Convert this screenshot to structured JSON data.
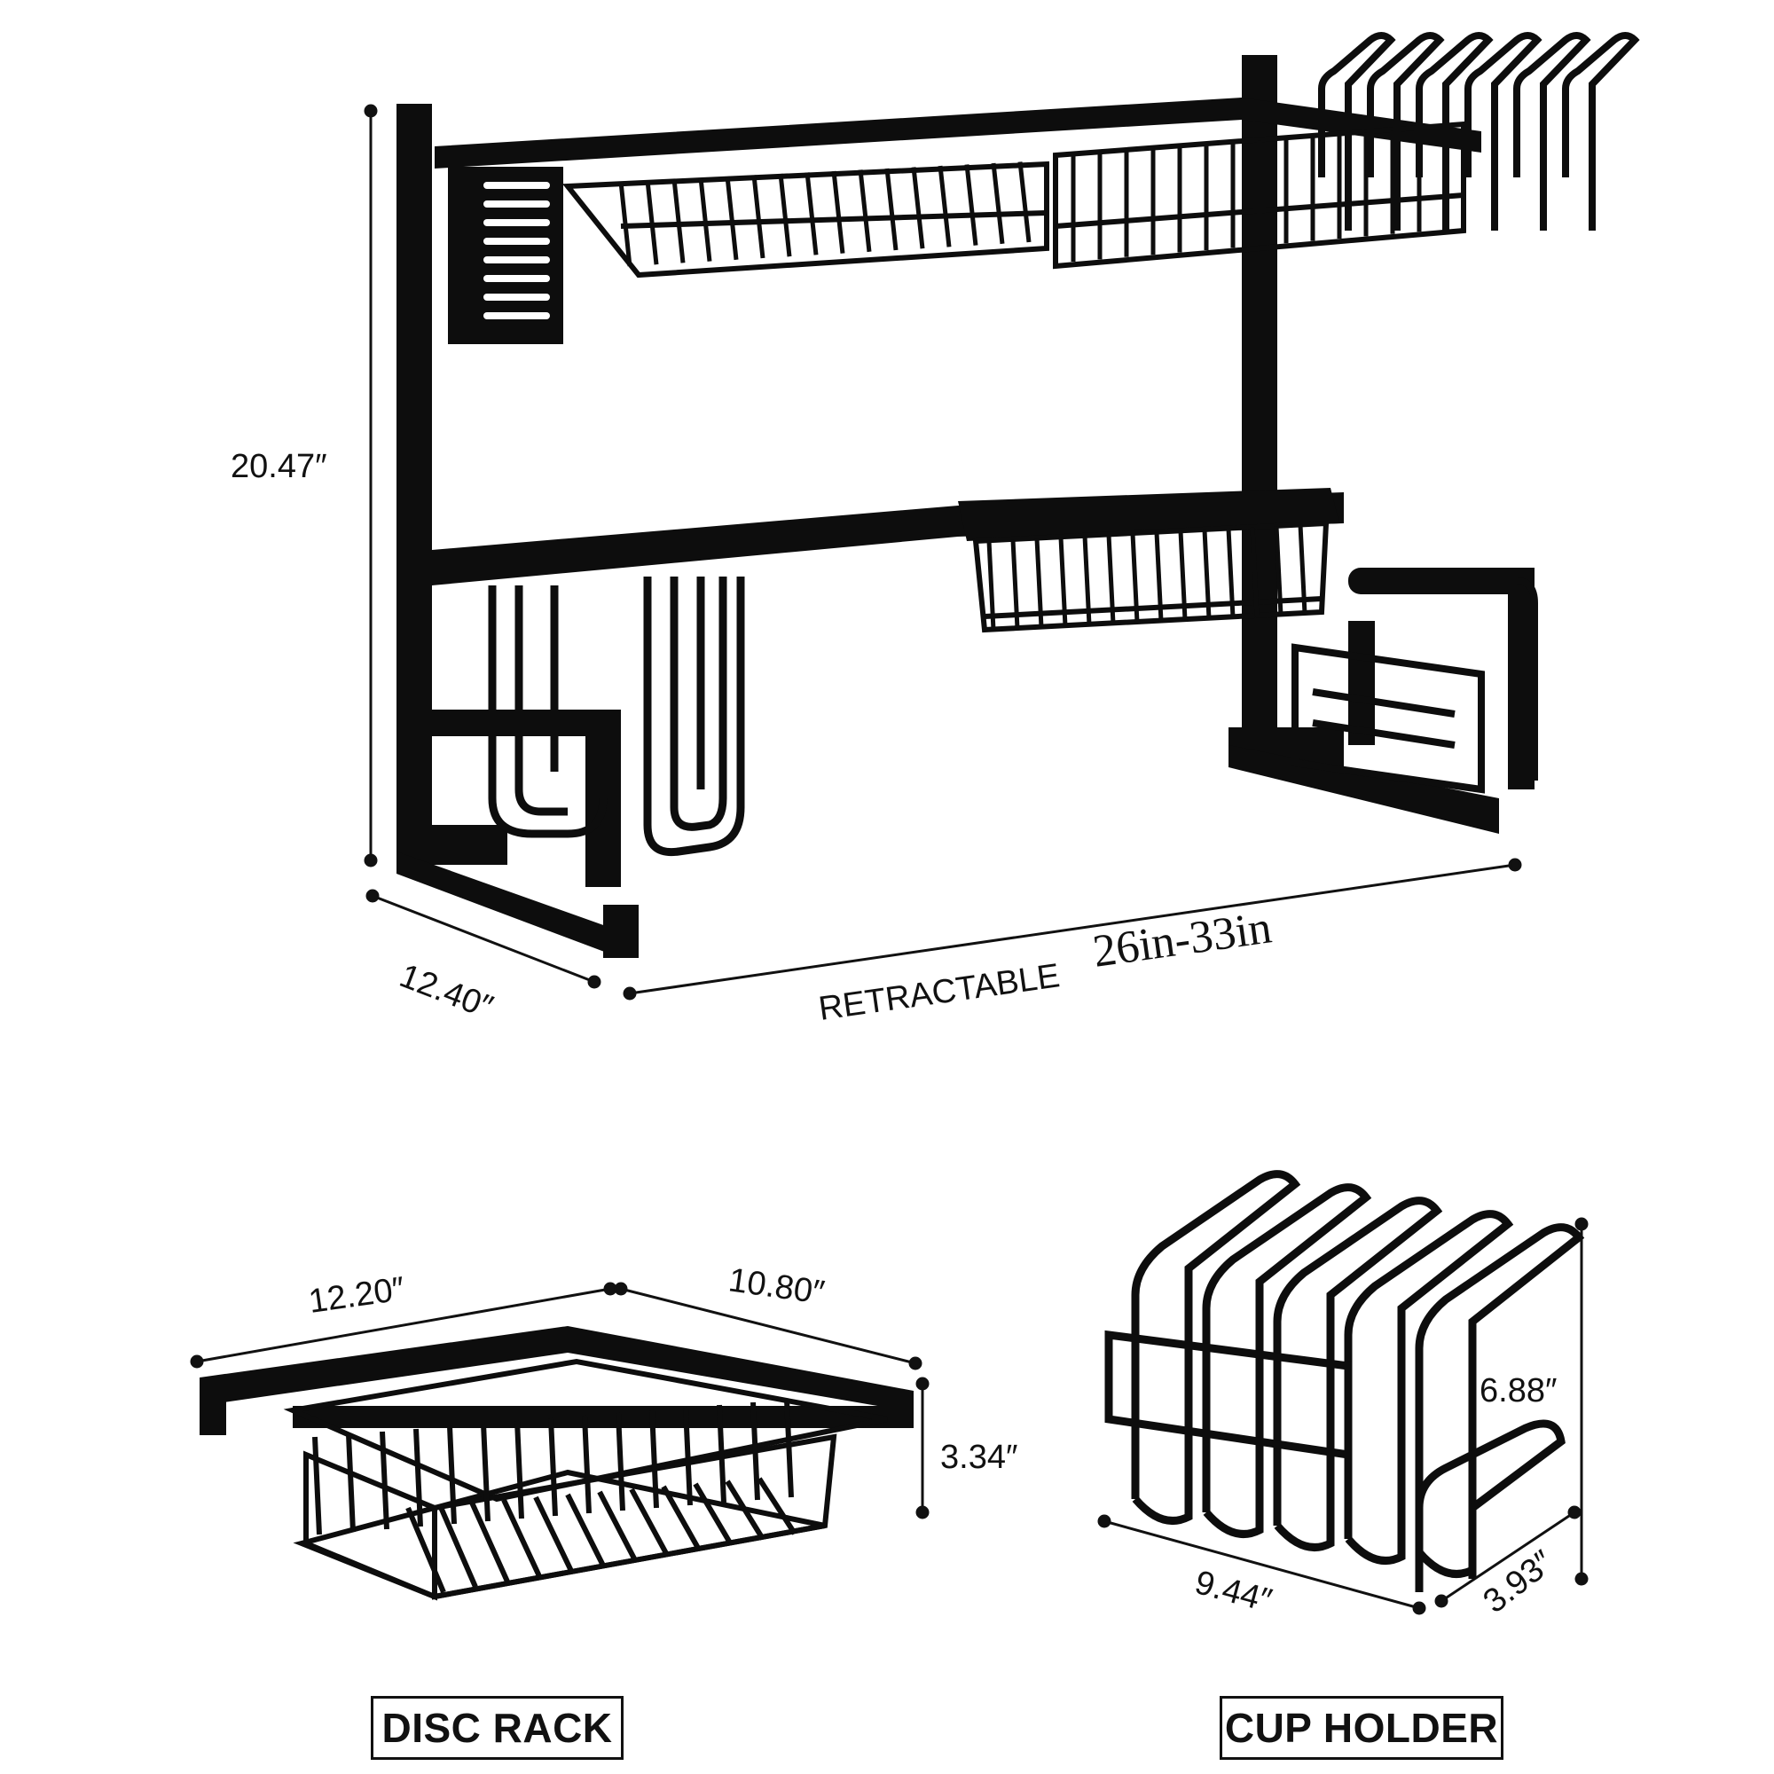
{
  "main_rack": {
    "height": "20.47″",
    "depth": "12.40″",
    "width_prefix": "RETRACTABLE",
    "width_range": "26in-33in"
  },
  "disc_rack": {
    "label": "DISC RACK",
    "length": "12.20″",
    "width": "10.80″",
    "height": "3.34″"
  },
  "cup_holder": {
    "label": "CUP HOLDER",
    "height": "6.88″",
    "length": "9.44″",
    "depth": "3.93″"
  },
  "colors": {
    "product": "#0d0d0d",
    "lines": "#111111",
    "background": "#ffffff"
  }
}
